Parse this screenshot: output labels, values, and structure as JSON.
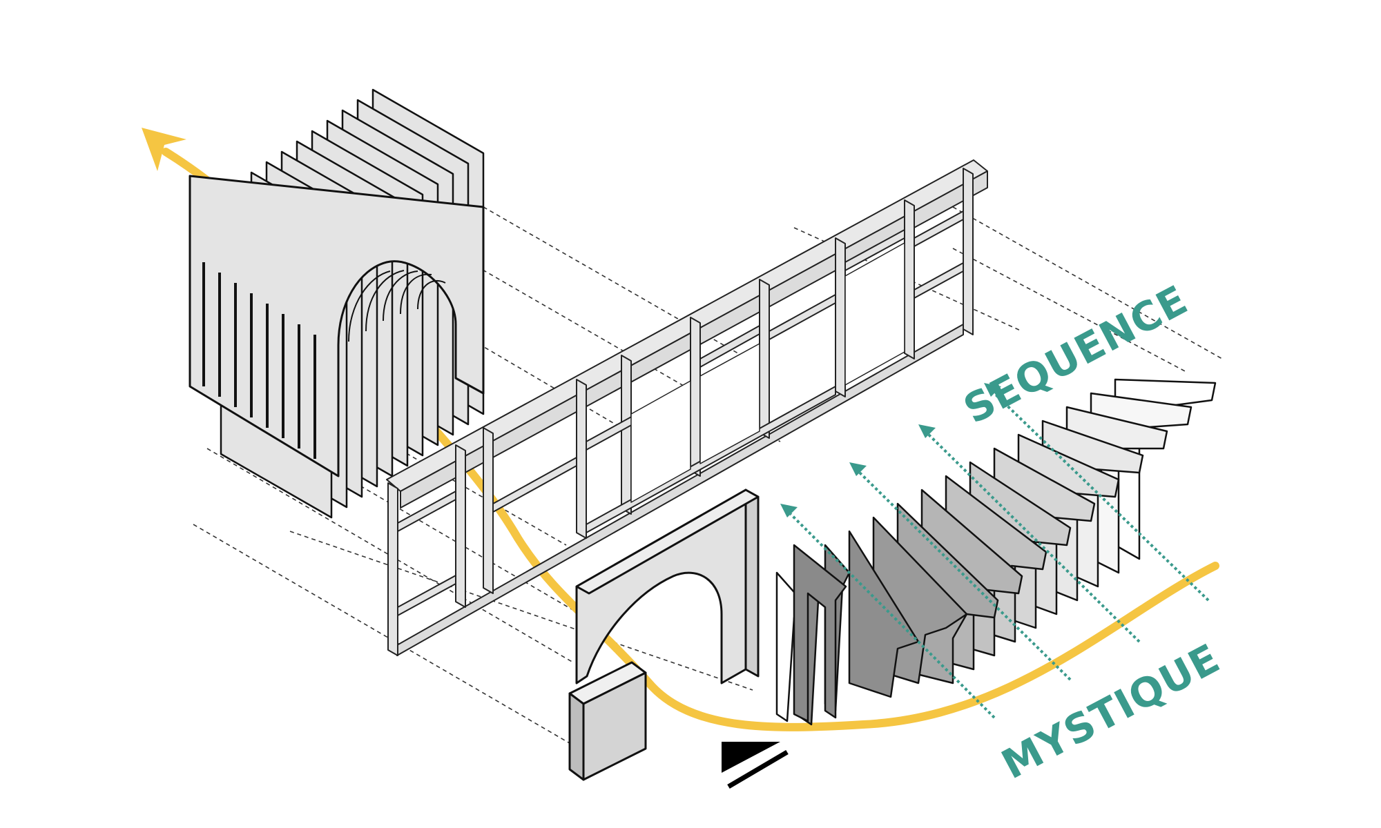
{
  "labels": {
    "sequence": "SEQUENCE",
    "mystique": "MYSTIQUE"
  },
  "colors": {
    "path": "#f5c542",
    "teal": "#3a9a8c",
    "panel": "#e4e4e4",
    "panel_dark": "#b5b5b5",
    "stroke": "#111111",
    "guide": "#333333"
  },
  "elements": {
    "arch_tunnel": "layered arched frames",
    "frame_wall": "timber frame wall",
    "single_arch": "single arch panel",
    "entry_block": "wedge block",
    "fin_sequence": "graded fin sequence",
    "viewer": "north-style viewer marker"
  }
}
